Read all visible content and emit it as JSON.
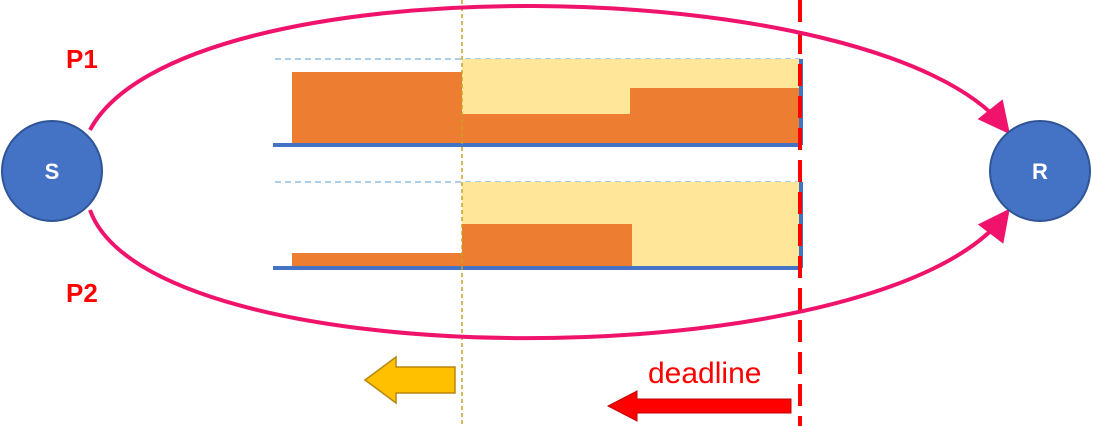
{
  "nodes": {
    "source": {
      "label": "S"
    },
    "receiver": {
      "label": "R"
    }
  },
  "paths": {
    "p1": {
      "label": "P1"
    },
    "p2": {
      "label": "P2"
    }
  },
  "deadline": {
    "label": "deadline"
  },
  "colors": {
    "node_fill": "#4472C4",
    "node_stroke": "#2F5597",
    "path_curve": "#F0136C",
    "path_label": "#FF0000",
    "deadline_line": "#FF0000",
    "deadline_arrow": "#FF0000",
    "shift_line": "#C9A227",
    "shift_arrow": "#FFC000",
    "shift_arrow_border": "#B8860B",
    "bar_delivered": "#ED7D31",
    "bar_capacity": "#FFE699",
    "axis": "#4472C4",
    "capacity_dash": "#5B9BD5"
  }
}
